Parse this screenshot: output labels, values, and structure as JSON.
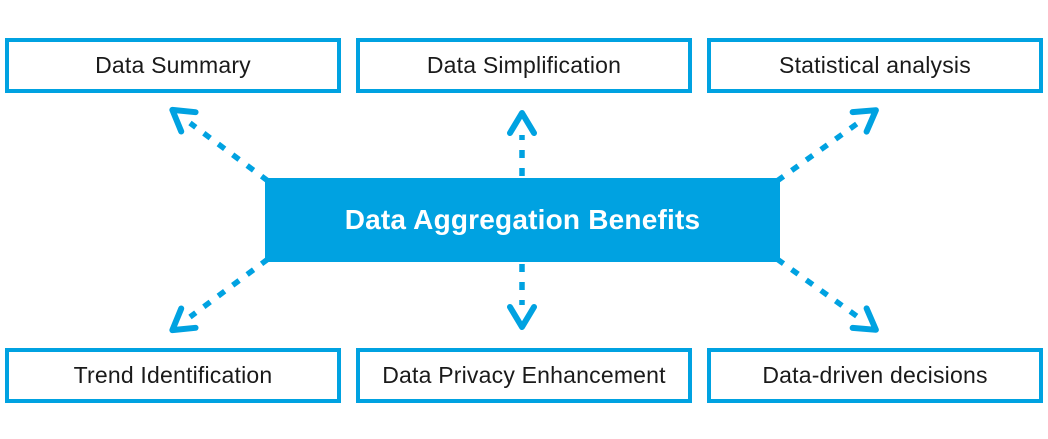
{
  "center": {
    "label": "Data Aggregation Benefits"
  },
  "top_row": [
    {
      "label": "Data Summary"
    },
    {
      "label": "Data Simplification"
    },
    {
      "label": "Statistical analysis"
    }
  ],
  "bottom_row": [
    {
      "label": "Trend Identification"
    },
    {
      "label": "Data Privacy Enhancement"
    },
    {
      "label": "Data-driven decisions"
    }
  ],
  "arrows": [
    {
      "direction": "up-left",
      "target": "Data Summary"
    },
    {
      "direction": "up",
      "target": "Data Simplification"
    },
    {
      "direction": "up-right",
      "target": "Statistical analysis"
    },
    {
      "direction": "down-left",
      "target": "Trend Identification"
    },
    {
      "direction": "down",
      "target": "Data Privacy Enhancement"
    },
    {
      "direction": "down-right",
      "target": "Data-driven decisions"
    }
  ],
  "colors": {
    "accent": "#00A2E1",
    "box_text": "#1A1A1A",
    "center_text": "#FFFFFF",
    "background": "#FFFFFF"
  }
}
